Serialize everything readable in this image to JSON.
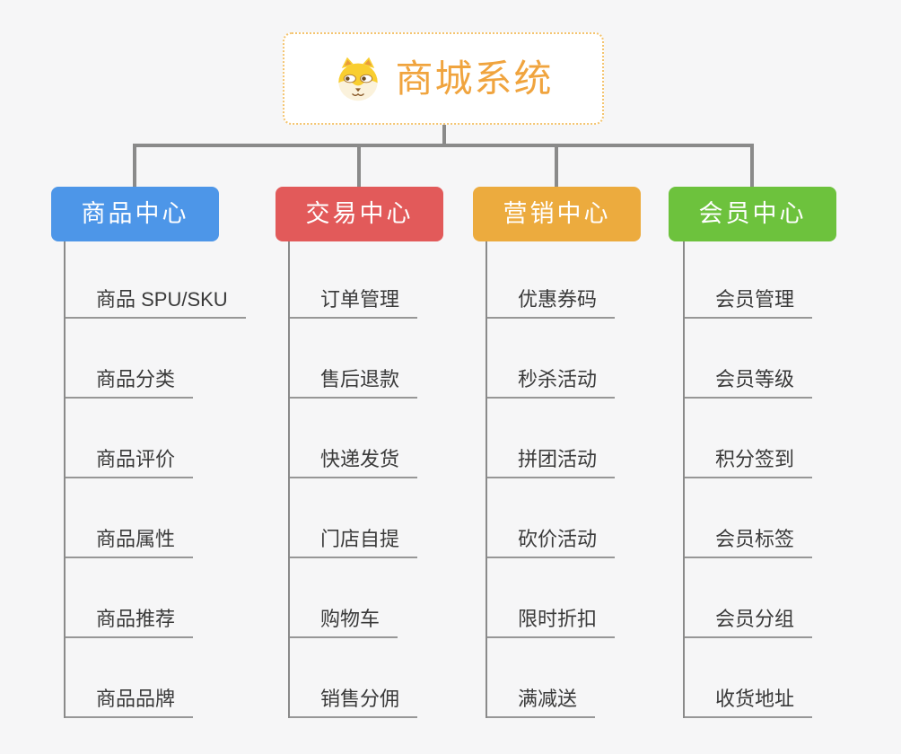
{
  "canvas": {
    "background": "#f6f6f7"
  },
  "root": {
    "title": "商城系统",
    "title_color": "#f0a43e",
    "border_color": "#f4c46f",
    "background": "#ffffff",
    "icon": "dog-face-icon"
  },
  "connector_color": "#8a8a8a",
  "leaf_underline_color": "#979797",
  "leaf_text_color": "#3a3a3a",
  "branches": [
    {
      "id": "product-center",
      "label": "商品中心",
      "color": "#4d96e8",
      "items": [
        "商品 SPU/SKU",
        "商品分类",
        "商品评价",
        "商品属性",
        "商品推荐",
        "商品品牌"
      ]
    },
    {
      "id": "trade-center",
      "label": "交易中心",
      "color": "#e25a5a",
      "items": [
        "订单管理",
        "售后退款",
        "快递发货",
        "门店自提",
        "购物车",
        "销售分佣"
      ]
    },
    {
      "id": "marketing-center",
      "label": "营销中心",
      "color": "#ecab3e",
      "items": [
        "优惠券码",
        "秒杀活动",
        "拼团活动",
        "砍价活动",
        "限时折扣",
        "满减送"
      ]
    },
    {
      "id": "member-center",
      "label": "会员中心",
      "color": "#6dc23d",
      "items": [
        "会员管理",
        "会员等级",
        "积分签到",
        "会员标签",
        "会员分组",
        "收货地址"
      ]
    }
  ]
}
